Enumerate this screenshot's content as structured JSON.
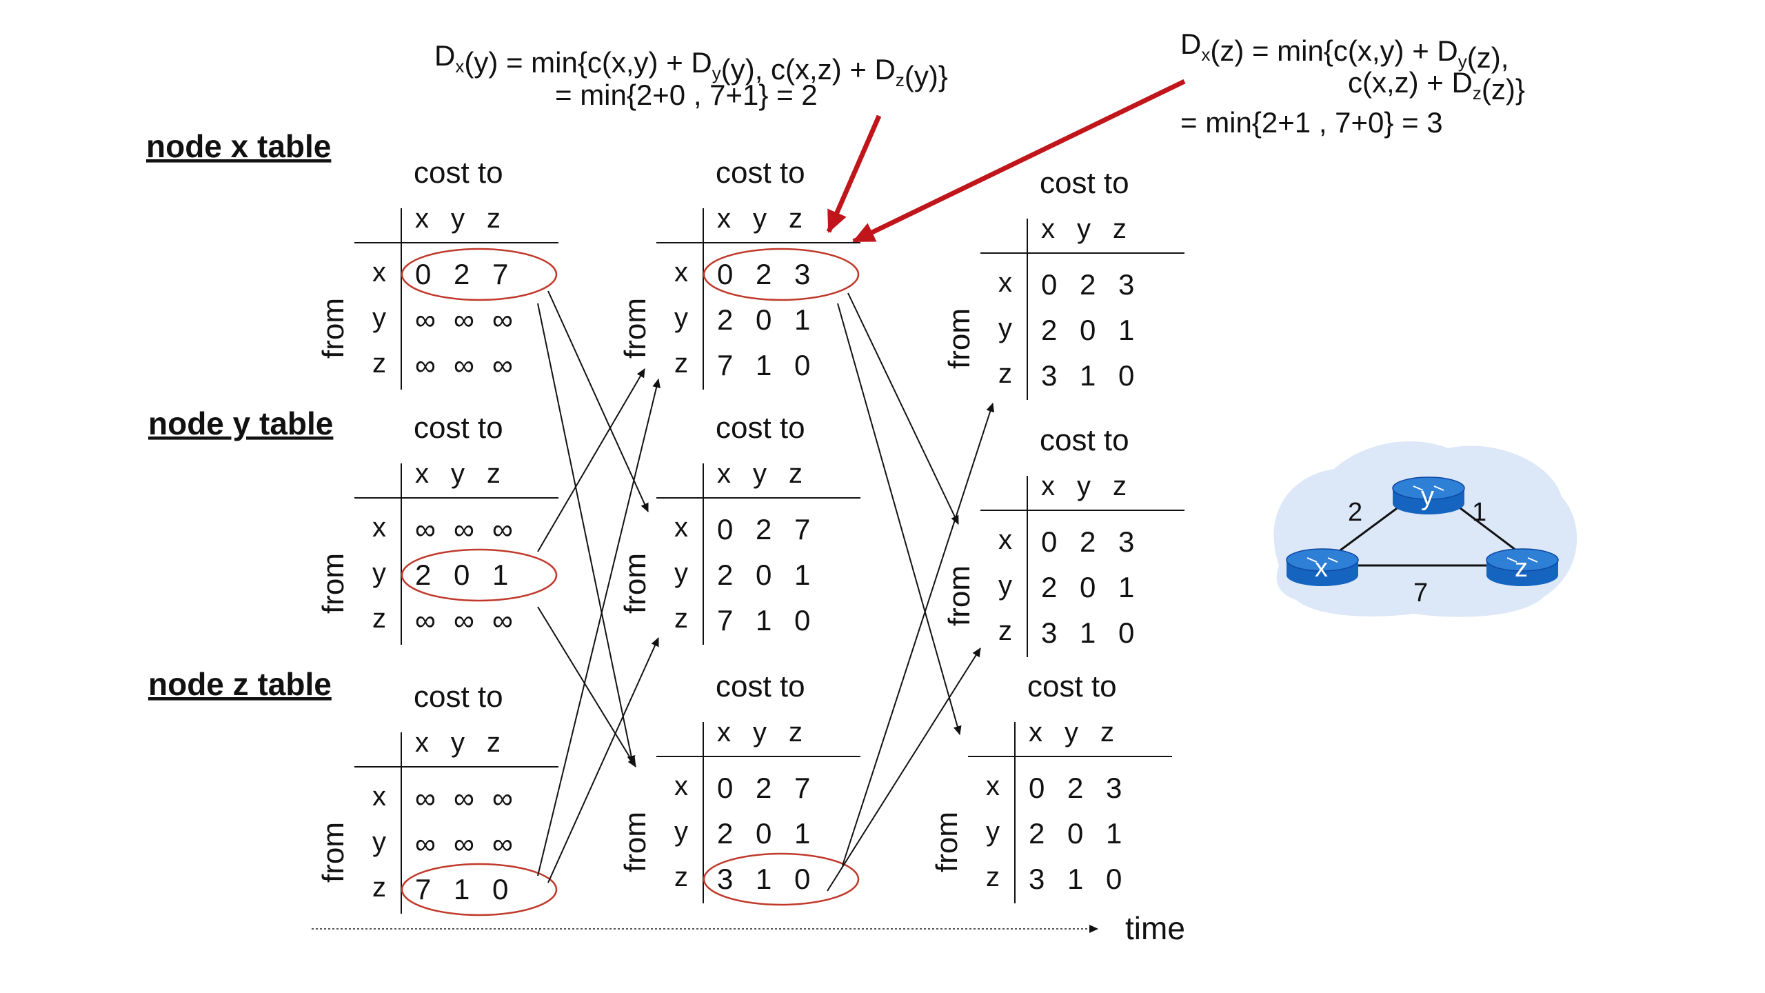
{
  "labels": {
    "node_x": "node x table",
    "node_y": "node y table",
    "node_z": "node z table",
    "cost_to": "cost to",
    "from": "from",
    "time": "time"
  },
  "formulas": {
    "left_line1": [
      {
        "t": "D"
      },
      {
        "t": "x",
        "sub": true
      },
      {
        "t": "(y)  =  min{c(x,y)  +  D"
      },
      {
        "t": "y",
        "sub": true
      },
      {
        "t": "(y),  c(x,z)  +  D"
      },
      {
        "t": "z",
        "sub": true
      },
      {
        "t": "(y)}"
      }
    ],
    "left_line2": "= min{2+0 , 7+1} = 2",
    "right_line1": [
      {
        "t": "D"
      },
      {
        "t": "x",
        "sub": true
      },
      {
        "t": "(z) = min{c(x,y) + D"
      },
      {
        "t": "y",
        "sub": true
      },
      {
        "t": "(z),"
      }
    ],
    "right_line2": [
      {
        "t": "c(x,z) + D"
      },
      {
        "t": "z",
        "sub": true
      },
      {
        "t": "(z)}"
      }
    ],
    "right_line3": "= min{2+1 , 7+0} = 3"
  },
  "column_headers": [
    "x",
    "y",
    "z"
  ],
  "row_headers": [
    "x",
    "y",
    "z"
  ],
  "tables": {
    "t0_x": [
      [
        "0",
        "2",
        "7"
      ],
      [
        "∞",
        "∞",
        "∞"
      ],
      [
        "∞",
        "∞",
        "∞"
      ]
    ],
    "t0_y": [
      [
        "∞",
        "∞",
        "∞"
      ],
      [
        "2",
        "0",
        "1"
      ],
      [
        "∞",
        "∞",
        "∞"
      ]
    ],
    "t0_z": [
      [
        "∞",
        "∞",
        "∞"
      ],
      [
        "∞",
        "∞",
        "∞"
      ],
      [
        "7",
        "1",
        "0"
      ]
    ],
    "t1_x": [
      [
        "0",
        "2",
        "3"
      ],
      [
        "2",
        "0",
        "1"
      ],
      [
        "7",
        "1",
        "0"
      ]
    ],
    "t1_y": [
      [
        "0",
        "2",
        "7"
      ],
      [
        "2",
        "0",
        "1"
      ],
      [
        "7",
        "1",
        "0"
      ]
    ],
    "t1_z": [
      [
        "0",
        "2",
        "7"
      ],
      [
        "2",
        "0",
        "1"
      ],
      [
        "3",
        "1",
        "0"
      ]
    ],
    "t2_x": [
      [
        "0",
        "2",
        "3"
      ],
      [
        "2",
        "0",
        "1"
      ],
      [
        "3",
        "1",
        "0"
      ]
    ],
    "t2_y": [
      [
        "0",
        "2",
        "3"
      ],
      [
        "2",
        "0",
        "1"
      ],
      [
        "3",
        "1",
        "0"
      ]
    ],
    "t2_z": [
      [
        "0",
        "2",
        "3"
      ],
      [
        "2",
        "0",
        "1"
      ],
      [
        "3",
        "1",
        "0"
      ]
    ]
  },
  "network": {
    "nodes": [
      "x",
      "y",
      "z"
    ],
    "edges": [
      {
        "from": "x",
        "to": "y",
        "cost": "2"
      },
      {
        "from": "y",
        "to": "z",
        "cost": "1"
      },
      {
        "from": "x",
        "to": "z",
        "cost": "7"
      }
    ]
  },
  "colors": {
    "highlight": "#c0392b",
    "arrow_red": "#c0151a",
    "router_blue": "#1565c0",
    "router_top": "#2e7fd6",
    "cloud": "#dce8f7"
  }
}
